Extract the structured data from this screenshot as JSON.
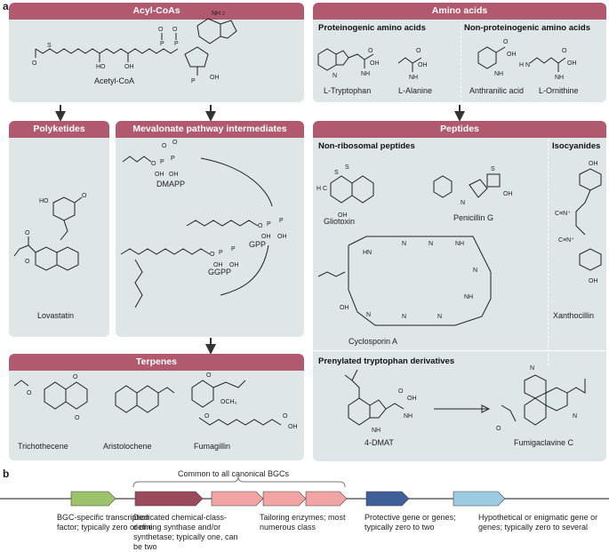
{
  "panel_a": {
    "letter": "a",
    "acyl_coas": {
      "title": "Acyl-CoAs",
      "molecule": "Acetyl-CoA"
    },
    "amino_acids": {
      "title": "Amino acids",
      "proteinogenic": {
        "title": "Proteinogenic amino acids",
        "molecules": [
          "L-Tryptophan",
          "L-Alanine"
        ]
      },
      "non_proteinogenic": {
        "title": "Non-proteinogenic amino acids",
        "molecules": [
          "Anthranilic acid",
          "L-Ornithine"
        ]
      }
    },
    "polyketides": {
      "title": "Polyketides",
      "molecule": "Lovastatin"
    },
    "mevalonate": {
      "title": "Mevalonate pathway intermediates",
      "molecules": [
        "DMAPP",
        "GPP",
        "GGPP"
      ]
    },
    "peptides": {
      "title": "Peptides",
      "nrp": {
        "title": "Non-ribosomal peptides",
        "molecules": [
          "Gliotoxin",
          "Penicillin G",
          "Cyclosporin A"
        ]
      },
      "isocyanides": {
        "title": "Isocyanides",
        "molecule": "Xanthocillin"
      },
      "prenylated": {
        "title": "Prenylated tryptophan derivatives",
        "molecules": [
          "4-DMAT",
          "Fumigaclavine C"
        ]
      }
    },
    "terpenes": {
      "title": "Terpenes",
      "molecules": [
        "Trichothecene",
        "Aristolochene",
        "Fumagillin"
      ]
    }
  },
  "panel_b": {
    "letter": "b",
    "common_label": "Common to all canonical BGCs",
    "genes": [
      {
        "label": "BGC-specific transcription factor; typically zero or one",
        "color": "#9cc26a"
      },
      {
        "label": "Dedicated chemical-class-defining synthase and/or synthetase; typically one, can be two",
        "color": "#9b4a5c"
      },
      {
        "label": "Tailoring enzymes; most numerous class",
        "color": "#f2a3a3"
      },
      {
        "label": "Protective gene or genes; typically zero to two",
        "color": "#3f5f98"
      },
      {
        "label": "Hypothetical or enigmatic gene or genes; typically zero to several",
        "color": "#9ccbe3"
      }
    ]
  },
  "colors": {
    "panel_bg": "#dfe6e8",
    "header": "#b0596f",
    "arrow": "#333333"
  }
}
